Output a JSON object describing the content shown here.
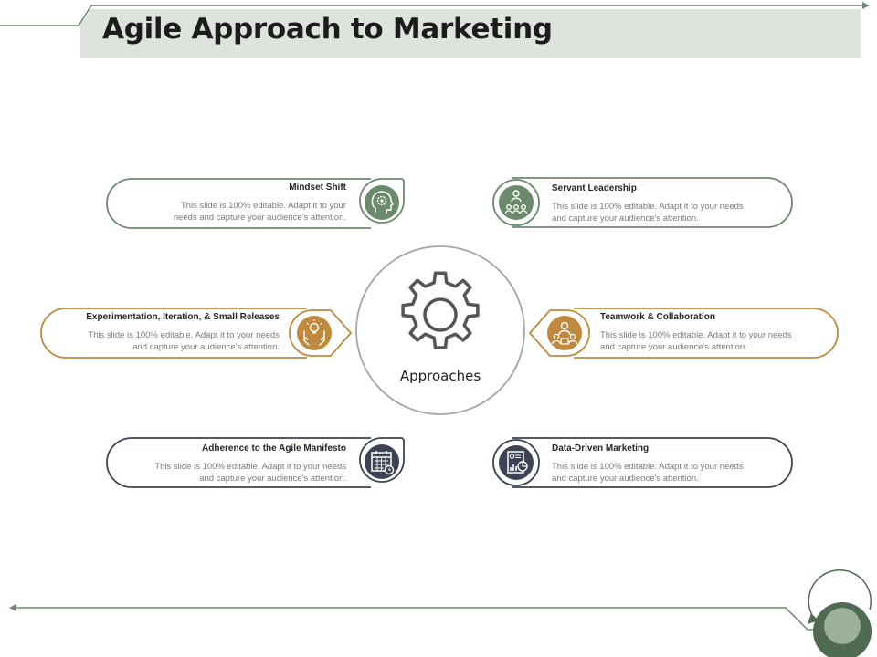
{
  "title": "Agile Approach to Marketing",
  "center_label": "Approaches",
  "colors": {
    "green": "#6b8a6c",
    "gold": "#c08a3e",
    "navy": "#3d4354",
    "header_band": "#dde4dc",
    "accent_dark": "#4f6b52"
  },
  "cards": [
    {
      "title": "Mindset Shift",
      "desc1": "This slide is 100% editable.  Adapt it to your",
      "desc2": "needs and capture your audience's attention.",
      "icon": "head-gear-icon"
    },
    {
      "title": "Servant Leadership",
      "desc1": "This slide is 100% editable. Adapt it to your needs",
      "desc2": "and capture your audience's attention.",
      "icon": "leader-team-icon"
    },
    {
      "title": "Experimentation, Iteration, & Small Releases",
      "desc1": "This slide is 100% editable. Adapt it to your needs",
      "desc2": "and capture your audience's attention.",
      "icon": "hands-lightbulb-icon"
    },
    {
      "title": "Teamwork & Collaboration",
      "desc1": "This slide is 100% editable. Adapt it to your needs",
      "desc2": "and capture your audience's attention.",
      "icon": "team-collaboration-icon"
    },
    {
      "title": "Adherence to the Agile Manifesto",
      "desc1": "This slide is 100% editable. Adapt it to your needs",
      "desc2": "and capture your audience's attention.",
      "icon": "calendar-clock-icon"
    },
    {
      "title": "Data-Driven Marketing",
      "desc1": "This slide is 100% editable. Adapt it to your needs",
      "desc2": "and capture your audience's attention.",
      "icon": "report-chart-icon"
    }
  ]
}
